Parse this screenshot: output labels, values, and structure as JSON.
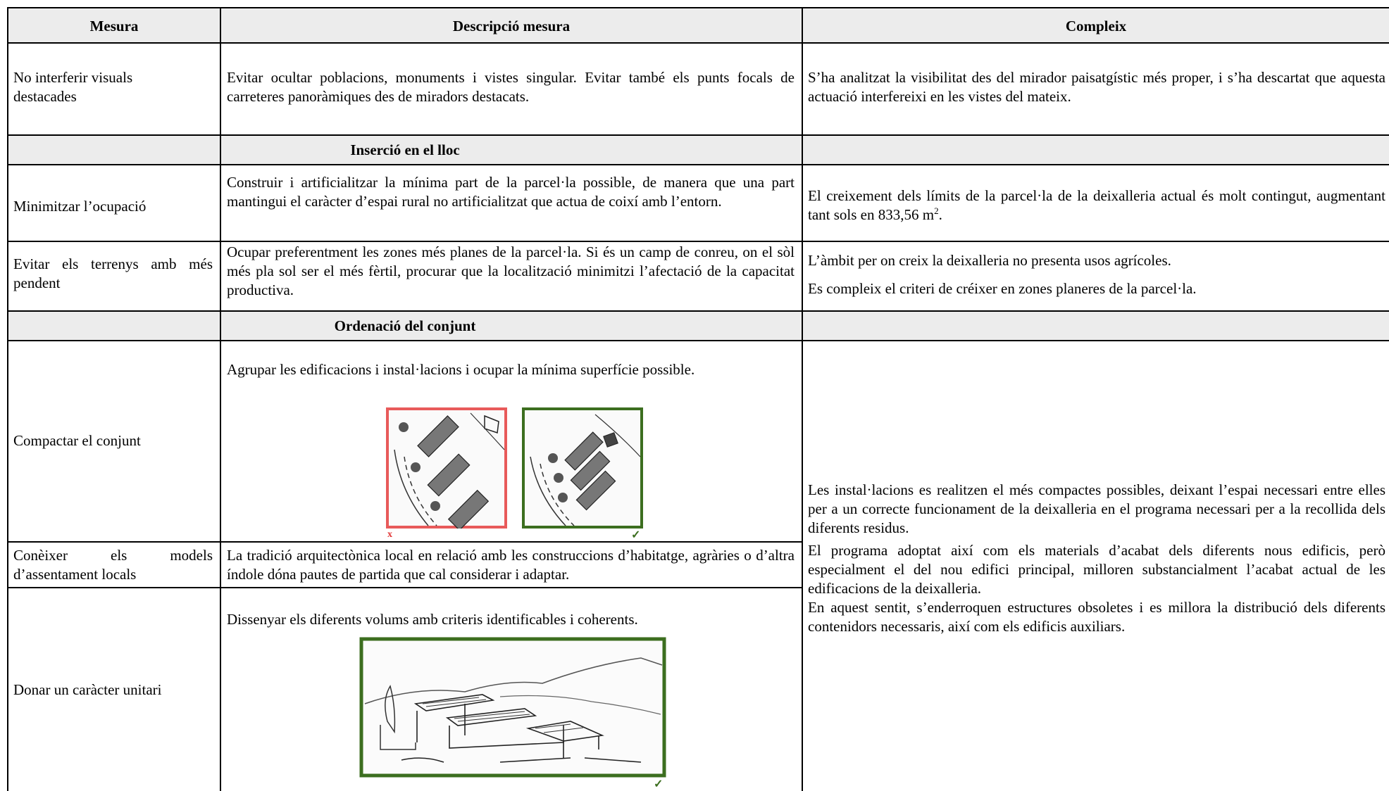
{
  "table": {
    "headers": {
      "mesura": "Mesura",
      "descripcio": "Descripció mesura",
      "compleix": "Compleix"
    },
    "rows": {
      "visuals": {
        "mesura": "No interferir visuals destacades",
        "descripcio": "Evitar ocultar poblacions, monuments i vistes singular. Evitar també els punts focals de carreteres panoràmiques des de miradors destacats.",
        "compleix": "S’ha analitzat la visibilitat des del mirador paisatgístic més proper, i s’ha descartat que aquesta actuació interfereixi en les vistes del mateix."
      },
      "ocupacio": {
        "mesura": "Minimitzar l’ocupació",
        "descripcio": "Construir i artificialitzar la mínima part de la parcel·la possible, de manera que una part mantingui el caràcter d’espai rural no artificialitzat que actua de coixí amb l’entorn.",
        "compleix_text": "El creixement dels límits de la parcel·la de la deixalleria actual és molt contingut, augmentant tant sols en 833,56 m",
        "compleix_sup": "2",
        "compleix_end": "."
      },
      "pendent": {
        "mesura": "Evitar els terrenys amb més pendent",
        "descripcio": "Ocupar preferentment les zones més planes de la parcel·la. Si és un camp de conreu, on el sòl més pla sol ser el més fèrtil, procurar que la localització minimitzi l’afectació de la capacitat productiva.",
        "compleix_1": "L’àmbit per on creix la deixalleria no presenta usos agrícoles.",
        "compleix_2": "Es compleix el criteri de créixer en zones planeres de la parcel·la."
      },
      "compactar": {
        "mesura": "Compactar el conjunt",
        "descripcio": "Agrupar les edificacions i instal·lacions i ocupar la mínima superfície possible.",
        "mark_bad": "x",
        "mark_good": "✓"
      },
      "models": {
        "mesura": "Conèixer els models d’assentament locals",
        "descripcio": "La tradició arquitectònica local en relació amb les construccions d’habitatge, agràries o d’altra índole dóna pautes de partida que cal considerar i adaptar."
      },
      "unitari": {
        "mesura": "Donar un caràcter unitari",
        "descripcio": "Dissenyar els diferents volums amb criteris identificables i coherents.",
        "mark_good": "✓"
      }
    },
    "sections": {
      "insercio": "Inserció en el lloc",
      "ordenacio": "Ordenació del conjunt"
    },
    "merged_compleix": {
      "p1": "Les instal·lacions es realitzen el més compactes possibles, deixant l’espai necessari entre elles per a un correcte funcionament de la deixalleria en el programa necessari per a la recollida dels diferents residus.",
      "p2": "El programa adoptat així com els materials d’acabat dels diferents nous edificis, però especialment el del nou edifici principal, milloren substancialment l’acabat actual de les edificacions de la deixalleria.",
      "p3": "En aquest sentit, s’enderroquen estructures obsoletes i es millora la distribució dels diferents contenidors necessaris, així com els edificis auxiliars."
    },
    "colors": {
      "header_bg": "#ececec",
      "bad_frame": "#e85a5a",
      "good_frame": "#3c6e1f"
    }
  }
}
